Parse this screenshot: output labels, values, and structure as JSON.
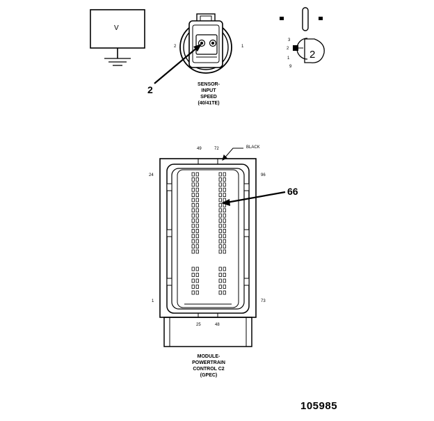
{
  "ground_box": {
    "symbol": "V"
  },
  "sensor": {
    "pin_left": "2",
    "pin_right": "1",
    "callout": "2",
    "label_lines": [
      "SENSOR-",
      "INPUT",
      "SPEED",
      "(40/41TE)"
    ]
  },
  "pin_view": {
    "numbers": [
      "3",
      "2",
      "1",
      "9"
    ],
    "big_label": "2"
  },
  "module": {
    "pin_top_a": "49",
    "pin_top_b": "72",
    "color_label": "BLACK",
    "pin_left_top": "24",
    "pin_right_top": "96",
    "pin_left_bottom": "1",
    "pin_right_bottom": "73",
    "pin_bottom_a": "25",
    "pin_bottom_b": "48",
    "callout": "66",
    "label_lines": [
      "MODULE-",
      "POWERTRAIN",
      "CONTROL C2",
      "(GPEC)"
    ]
  },
  "figure_number": "105985"
}
